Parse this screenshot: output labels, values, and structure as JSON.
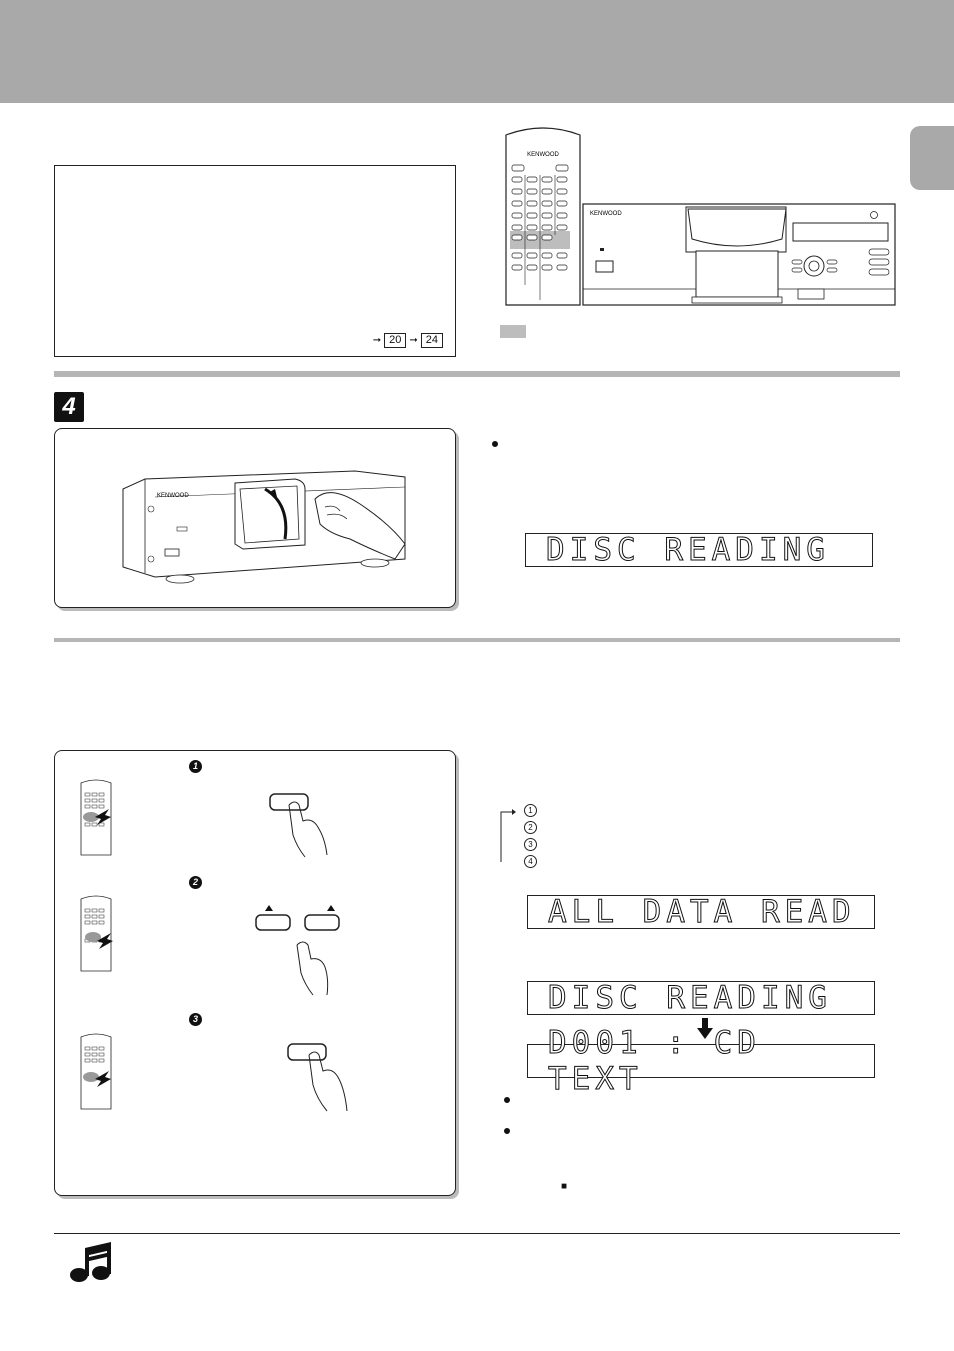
{
  "header": {
    "band_color": "#a9a9a9"
  },
  "info_box": {
    "page_refs": [
      "20",
      "24"
    ]
  },
  "remote": {
    "brand": "KENWOOD"
  },
  "player": {
    "brand": "KENWOOD"
  },
  "step4": {
    "badge": "4"
  },
  "illustration": {
    "brand": "KENWOOD"
  },
  "displays": {
    "disc_reading": "DISC READING",
    "all_data_read": "ALL DATA READ",
    "disc_reading_2": "DISC READING",
    "d001_cd_text": "D001 : CD TEXT"
  },
  "steps": [
    "1",
    "2",
    "3"
  ],
  "list_markers": [
    "1",
    "2",
    "3",
    "4"
  ],
  "stop_symbol": "■",
  "note_icon": "music-note-icon"
}
